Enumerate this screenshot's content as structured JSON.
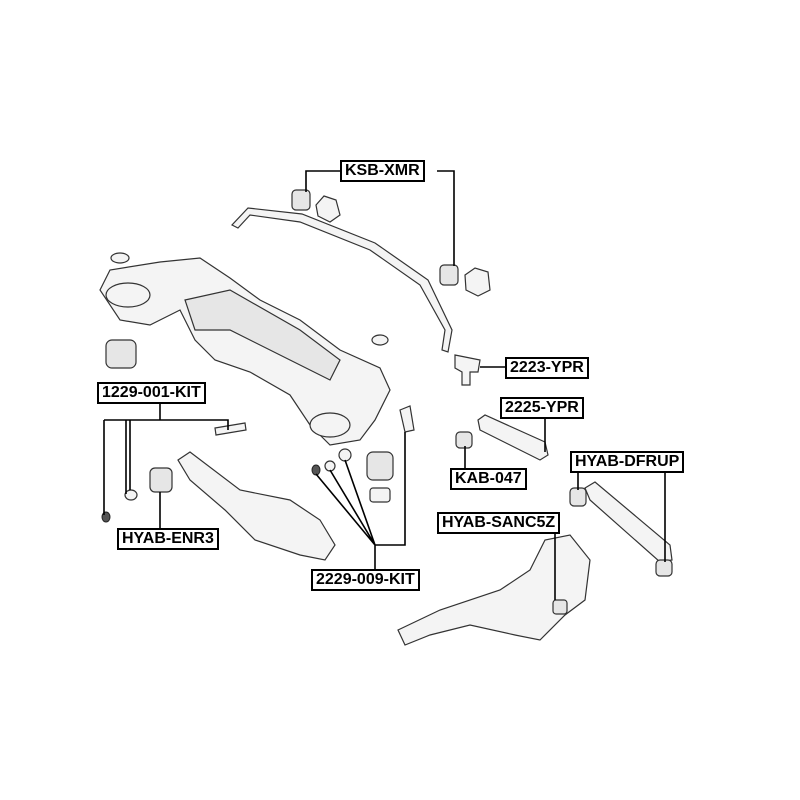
{
  "labels": {
    "ksb_xmr": "KSB-XMR",
    "p2223_ypr": "2223-YPR",
    "p1229_001_kit": "1229-001-KIT",
    "p2225_ypr": "2225-YPR",
    "hyab_dfrup": "HYAB-DFRUP",
    "kab_047": "KAB-047",
    "hyab_enr3": "HYAB-ENR3",
    "hyab_sanc5z": "HYAB-SANC5Z",
    "p2229_009_kit": "2229-009-KIT"
  }
}
